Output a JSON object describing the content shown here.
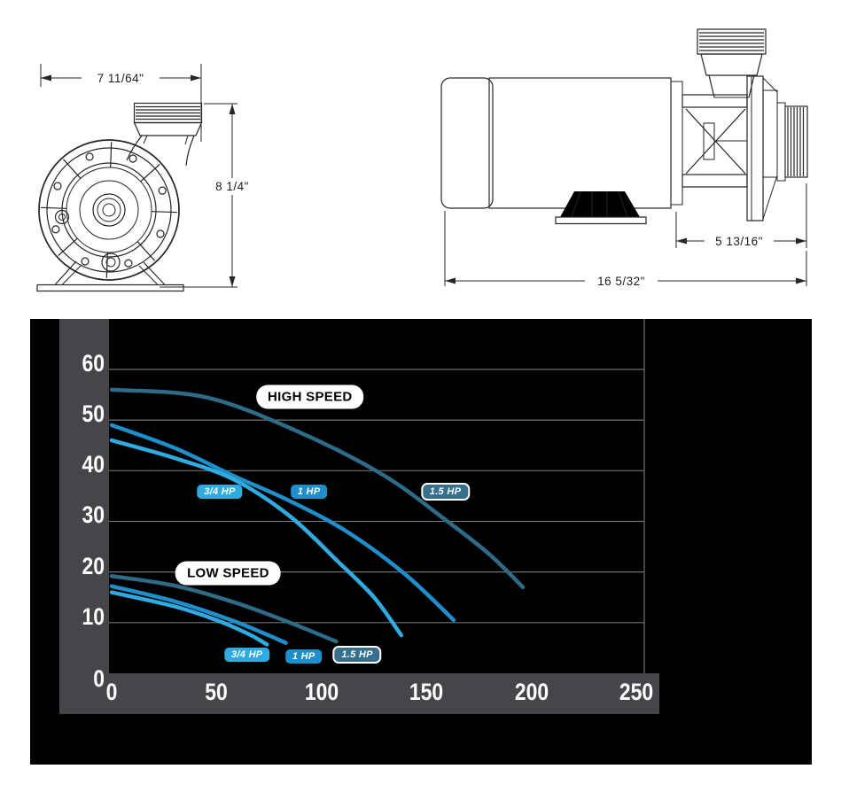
{
  "drawings": {
    "front_view": {
      "title": "pump front view",
      "width_dim": "7 11/64\"",
      "height_dim": "8 1/4\""
    },
    "side_view": {
      "title": "pump side view",
      "wet_end_dim": "5 13/16\"",
      "overall_dim": "16 5/32\""
    }
  },
  "chart_data": {
    "type": "line",
    "title": "",
    "xlabel": "",
    "ylabel": "",
    "xlim": [
      0,
      250
    ],
    "ylim": [
      0,
      60
    ],
    "x_ticks": [
      0,
      50,
      100,
      150,
      200,
      250
    ],
    "y_ticks": [
      0,
      10,
      20,
      30,
      40,
      50,
      60
    ],
    "grid": "horizontal",
    "background": "#000000",
    "axis_strip_color": "#454649",
    "gridline_color": "#717275",
    "tick_color": "#ffffff",
    "series": [
      {
        "name": "1.5 HP High Speed",
        "color": "#2e6b89",
        "points": [
          [
            0,
            56
          ],
          [
            45,
            54.5
          ],
          [
            90,
            47.5
          ],
          [
            130,
            39
          ],
          [
            160,
            30
          ],
          [
            180,
            23.5
          ],
          [
            196,
            17
          ]
        ]
      },
      {
        "name": "1 HP High Speed",
        "color": "#1e8fcb",
        "points": [
          [
            0,
            49
          ],
          [
            30,
            44.5
          ],
          [
            58,
            39
          ],
          [
            85,
            34
          ],
          [
            112,
            28
          ],
          [
            140,
            19.5
          ],
          [
            163,
            10.5
          ]
        ]
      },
      {
        "name": "3/4 HP High Speed",
        "color": "#2fabe1",
        "points": [
          [
            0,
            46
          ],
          [
            30,
            42.5
          ],
          [
            58,
            38.3
          ],
          [
            85,
            31
          ],
          [
            108,
            22
          ],
          [
            125,
            15
          ],
          [
            138,
            7.5
          ]
        ]
      },
      {
        "name": "1.5 HP Low Speed",
        "color": "#2e6b89",
        "points": [
          [
            0,
            19.2
          ],
          [
            30,
            17.3
          ],
          [
            60,
            13.8
          ],
          [
            85,
            10
          ],
          [
            107,
            6.3
          ]
        ]
      },
      {
        "name": "1 HP Low Speed",
        "color": "#1e8fcb",
        "points": [
          [
            0,
            17.2
          ],
          [
            30,
            14.2
          ],
          [
            55,
            10.8
          ],
          [
            72,
            8
          ],
          [
            83,
            6
          ]
        ]
      },
      {
        "name": "3/4 HP Low Speed",
        "color": "#2fabe1",
        "points": [
          [
            0,
            16
          ],
          [
            30,
            13.2
          ],
          [
            50,
            10.5
          ],
          [
            65,
            7.8
          ],
          [
            74,
            5.7
          ]
        ]
      }
    ],
    "annotations": [
      {
        "label": "HIGH SPEED",
        "q": 94.5,
        "h": 54.5,
        "style": "speed"
      },
      {
        "label": "LOW SPEED",
        "q": 55.5,
        "h": 19.8,
        "style": "speed"
      },
      {
        "label": "3/4 HP",
        "q": 51.5,
        "h": 35.8,
        "style": "hp34"
      },
      {
        "label": "1 HP",
        "q": 94,
        "h": 35.8,
        "style": "hp1"
      },
      {
        "label": "1.5 HP",
        "q": 159,
        "h": 35.8,
        "style": "hp15"
      },
      {
        "label": "3/4 HP",
        "q": 64.5,
        "h": 3.6,
        "style": "hp34"
      },
      {
        "label": "1 HP",
        "q": 91.5,
        "h": 3.4,
        "style": "hp1"
      },
      {
        "label": "1.5 HP",
        "q": 117,
        "h": 3.6,
        "style": "hp15"
      }
    ]
  }
}
